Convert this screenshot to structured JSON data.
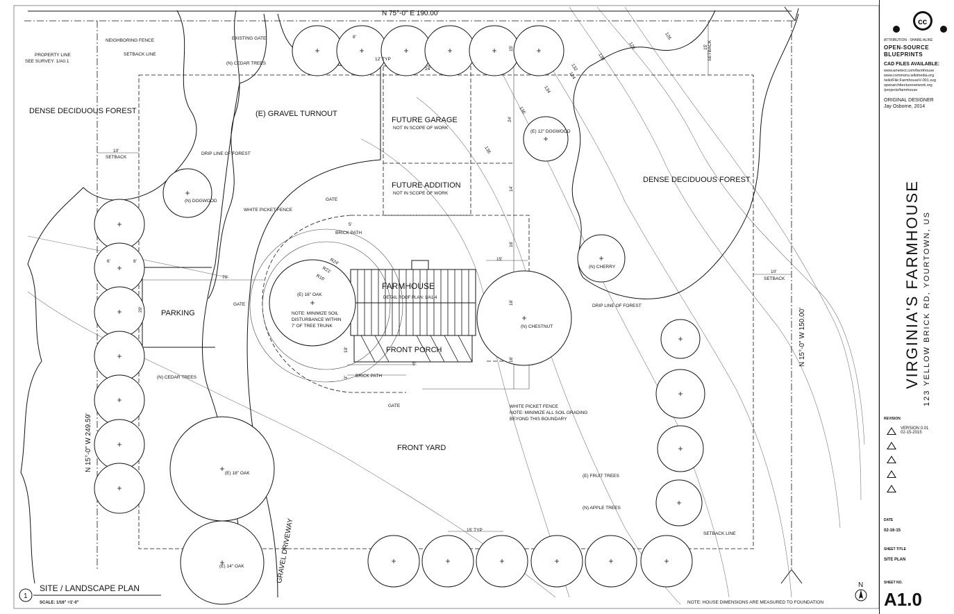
{
  "labels": {
    "top_bearing": "N 75°-0\" E   190.00'",
    "left_bearing": "N 15°-0\" W   249.59'",
    "right_bearing": "N 15°-0\" W   150.00'",
    "neighboring_fence": "NEIGHBORING FENCE",
    "existing_gate": "EXISTING GATE",
    "property_line": "PROPERTY LINE",
    "see_survey": "SEE SURVEY: 1/A0.1",
    "setback_line_top": "SETBACK LINE",
    "cedar_trees_top": "(N) CEDAR TREES",
    "dense_forest_left": "DENSE DECIDUOUS FOREST",
    "dense_forest_right": "DENSE DECIDUOUS FOREST",
    "setback_left_dim": "10'",
    "setback_left": "SETBACK",
    "drip_line_left": "DRIP LINE OF FOREST",
    "gravel_turnout": "(E) GRAVEL TURNOUT",
    "future_garage": "FUTURE GARAGE",
    "future_garage_note": "NOT IN SCOPE OF WORK",
    "future_addition": "FUTURE ADDITION",
    "future_addition_note": "NOT IN SCOPE OF WORK",
    "dogwood_12": "(E) 12\" DOGWOOD",
    "dogwood_n": "(N) DOGWOOD",
    "gate_top": "GATE",
    "white_picket_fence_top": "WHITE PICKET FENCE",
    "brick_path_top": "BRICK PATH",
    "farmhouse": "FARMHOUSE",
    "farmhouse_detail": "DETAIL ROOF PLAN: 1/A1.4",
    "oak_16": "(E) 16\" OAK",
    "note_soil_1": "NOTE: MINIMIZE SOIL",
    "note_soil_2": "DISTURBANCE WITHIN",
    "note_soil_3": "7' OF TREE TRUNK",
    "parking": "PARKING",
    "gate_left": "GATE",
    "dim_70": "70'",
    "front_porch": "FRONT PORCH",
    "brick_path_bottom": "BRICK PATH",
    "gate_bottom": "GATE",
    "chestnut": "(N) CHESTNUT",
    "cherry": "(N) CHERRY",
    "drip_line_right": "DRIP LINE OF FOREST",
    "setback_right_dim": "10'",
    "setback_right": "SETBACK",
    "white_picket_fence_bottom": "WHITE PICKET FENCE",
    "note_grading_1": "NOTE: MINIMIZE ALL SOIL GRADING",
    "note_grading_2": "BEYOND THIS BOUNDARY",
    "front_yard": "FRONT YARD",
    "cedar_trees_left": "(N) CEDAR TREES",
    "oak_18": "(E) 18\" OAK",
    "oak_14": "(E) 14\" OAK",
    "gravel_driveway": "GRAVEL DRIVEWAY",
    "fruit_trees": "(E) FRUIT TREES",
    "apple_trees": "(N) APPLE TREES",
    "setback_line_bottom": "SETBACK LINE",
    "dim_15_typ": "15' TYP",
    "dim_12_typ": "12' TYP",
    "dim_8": "8'",
    "dim_24a": "24'",
    "dim_24b": "24'",
    "dim_14": "14'",
    "dim_16a": "16'",
    "dim_16b": "16'",
    "dim_15a": "15'",
    "dim_15b": "15'",
    "dim_16c": "16'",
    "dim_10": "10'",
    "dim_5a": "5'",
    "dim_5b": "5'",
    "dim_3": "3'",
    "dim_6": "6'",
    "dim_8b": "8'",
    "dim_20": "20'",
    "dim_r16": "R16'",
    "dim_r21": "R21'",
    "dim_r24": "R24'",
    "setback_top_dim": "15'",
    "setback_top": "SETBACK",
    "contour_124": "124",
    "contour_126": "126",
    "contour_128": "128",
    "contour_130": "130",
    "contour_132": "132",
    "contour_134": "134",
    "contour_136a": "136",
    "contour_136b": "136",
    "drawing_number": "1",
    "drawing_title": "SITE / LANDSCAPE PLAN",
    "scale": "SCALE: 1/16\" =1'-0\"",
    "north": "N",
    "footer_note": "NOTE: HOUSE DIMENSIONS ARE MEASURED TO FOUNDATION"
  },
  "titleblock": {
    "cc_mark": "cc",
    "attribution": "ATTRIBUTION · SHARE-ALIKE",
    "open_source": "OPEN-SOURCE",
    "blueprints": "BLUEPRINTS",
    "cad_files": "CAD FILES AVAILABLE:",
    "url1": "www.ametect.com/farmhouse",
    "url2": "www.commons.wikimedia.org",
    "url3": "/wiki/File:FarmhouseV-001.svg",
    "url4": "openarchitecturenetwork.org",
    "url5": "/projects/farmhouse",
    "original_designer": "ORIGINAL DESIGNER",
    "designer": "Jay Osborne, 2014",
    "project_title": "VIRGINIA'S FARMHOUSE",
    "address": "123 YELLOW BRICK RD, YOURTOWN, US",
    "revision_label": "REVISION",
    "revisions": [
      {
        "text": "VERSION 0.01",
        "date": "02-15-2015"
      },
      {
        "text": "",
        "date": ""
      },
      {
        "text": "",
        "date": ""
      },
      {
        "text": "",
        "date": ""
      },
      {
        "text": "",
        "date": ""
      }
    ],
    "date_label": "DATE",
    "date": "02-16-15",
    "sheet_title_label": "SHEET TITLE",
    "sheet_title": "SITE PLAN",
    "sheet_no_label": "SHEET NO.",
    "sheet_no": "A1.0"
  }
}
